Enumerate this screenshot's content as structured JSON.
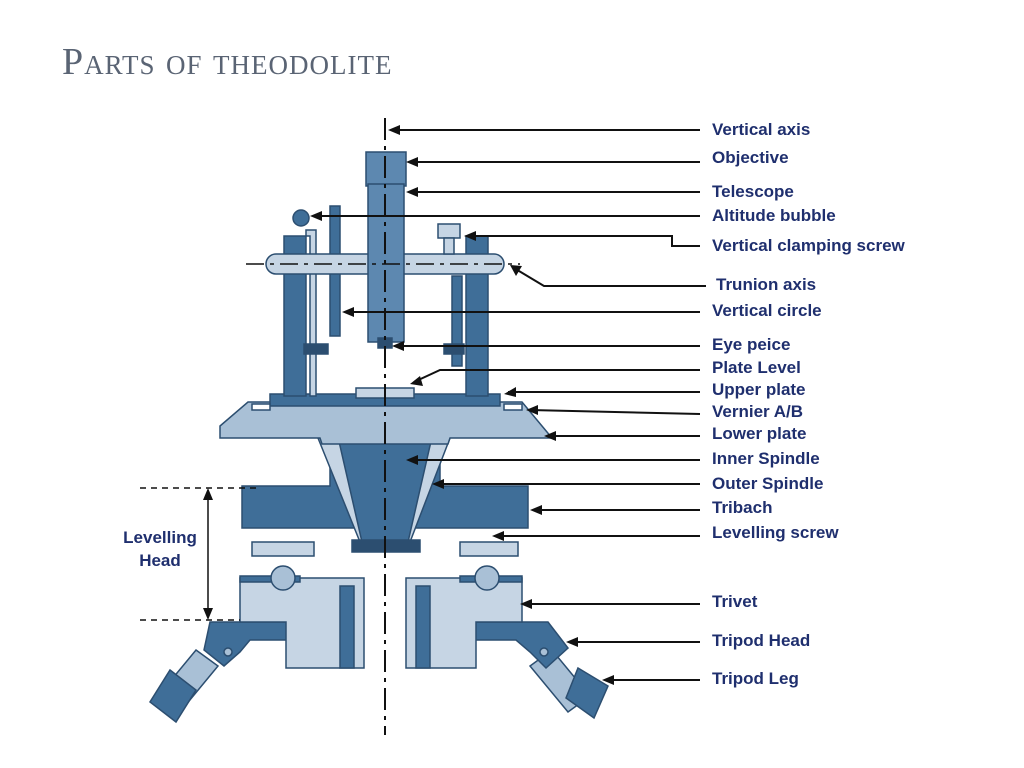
{
  "title": "Parts of theodolite",
  "labels": {
    "vertical_axis": "Vertical axis",
    "objective": "Objective",
    "telescope": "Telescope",
    "altitude_bubble": "Altitude bubble",
    "vertical_clamping_screw": "Vertical clamping screw",
    "trunion_axis": "Trunion axis",
    "vertical_circle": "Vertical circle",
    "eye_peice": "Eye peice",
    "plate_level": "Plate Level",
    "upper_plate": "Upper plate",
    "vernier": "Vernier A/B",
    "lower_plate": "Lower plate",
    "inner_spindle": "Inner Spindle",
    "outer_spindle": "Outer Spindle",
    "tribach": "Tribach",
    "levelling_screw": "Levelling screw",
    "trivet": "Trivet",
    "tripod_head": "Tripod Head",
    "tripod_leg": "Tripod Leg",
    "levelling_head_line1": "Levelling",
    "levelling_head_line2": "Head"
  },
  "colors": {
    "dark_blue": "#3f6e98",
    "mid_blue": "#5d88b0",
    "light_blue": "#a9c0d6",
    "pale_blue": "#c6d5e4",
    "outline": "#2c4e70",
    "label_text": "#1f2f6e",
    "title_text": "#5a6474"
  }
}
